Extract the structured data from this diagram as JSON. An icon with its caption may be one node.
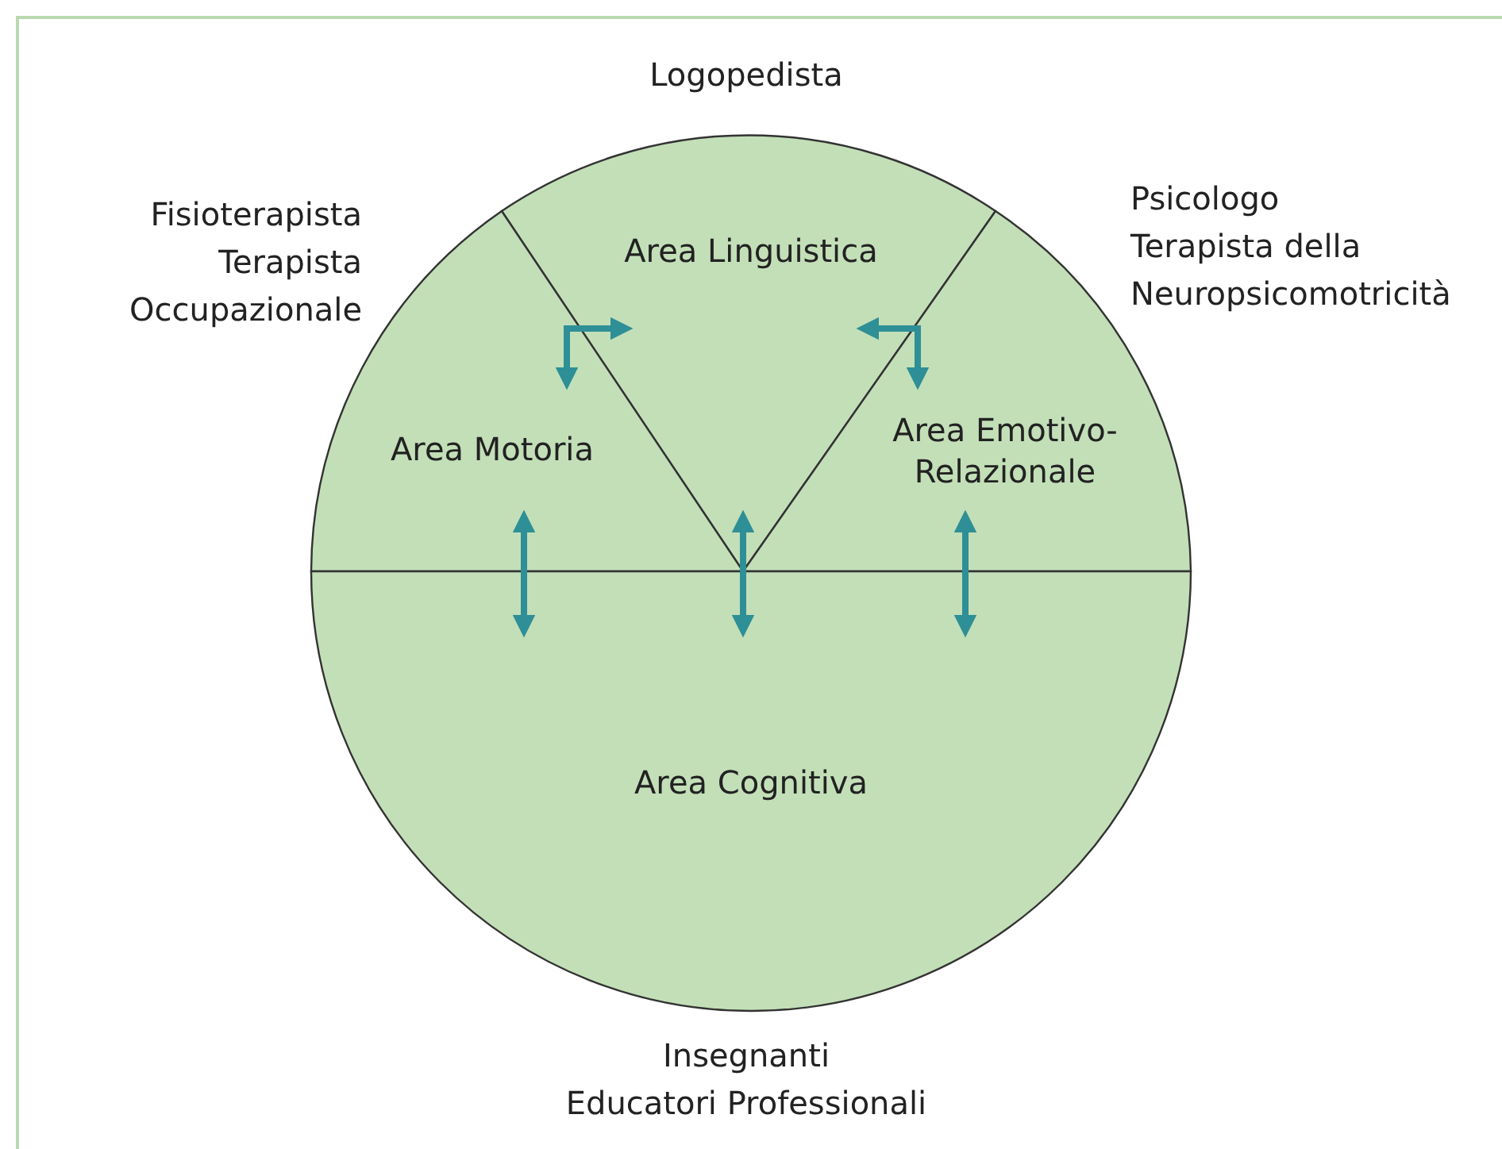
{
  "diagram": {
    "nodes": [
      {
        "text": [
          "Area Linguistica"
        ]
      },
      {
        "text": [
          "Area Motoria"
        ]
      },
      {
        "text": [
          "Area Emotivo-Relazionale"
        ]
      },
      {
        "text": [
          "Area Cognitiva"
        ]
      }
    ],
    "edges": [
      {
        "from": 1,
        "to": 0,
        "arrow": "both"
      },
      {
        "from": 2,
        "to": 0,
        "arrow": "both"
      },
      {
        "from": 1,
        "to": 3,
        "arrow": "both"
      },
      {
        "from": 0,
        "to": 3,
        "arrow": "both"
      },
      {
        "from": 2,
        "to": 3,
        "arrow": "both"
      }
    ],
    "labels": [
      "Logopedista",
      "Fisioterapista",
      "Terapista Occupazionale",
      "Psicologo",
      "Terapista della Neuropsicomotricità",
      "Insegnanti",
      "Educatori Professionali"
    ]
  }
}
